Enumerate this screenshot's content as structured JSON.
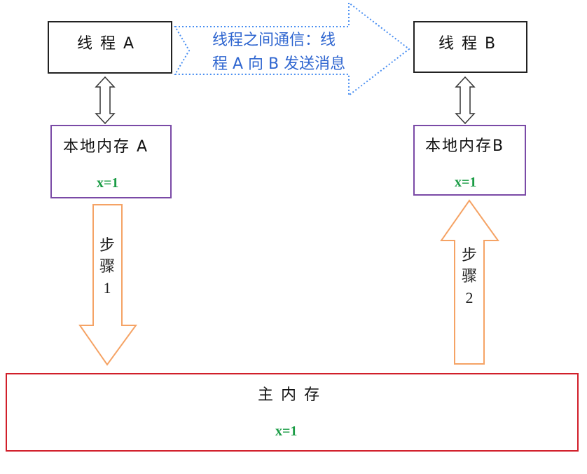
{
  "thread_a": {
    "label": "线 程 A"
  },
  "thread_b": {
    "label": "线 程 B"
  },
  "message": {
    "line1": "线程之间通信：线",
    "line2": "程 A 向 B 发送消息"
  },
  "local_a": {
    "label": "本地内存 A",
    "value": "x=1"
  },
  "local_b": {
    "label": "本地内存B",
    "value": "x=1"
  },
  "step1": {
    "char1": "步",
    "char2": "骤",
    "num": "1"
  },
  "step2": {
    "char1": "步",
    "char2": "骤",
    "num": "2"
  },
  "main_memory": {
    "label": "主 内 存",
    "value": "x=1"
  },
  "colors": {
    "thread_border": "#222222",
    "local_border": "#7a4aa6",
    "main_border": "#d11f2a",
    "value_text": "#1a9c45",
    "message_text": "#2f66d0",
    "message_arrow": "#4a8ff2",
    "step_arrow": "#f5a365"
  }
}
